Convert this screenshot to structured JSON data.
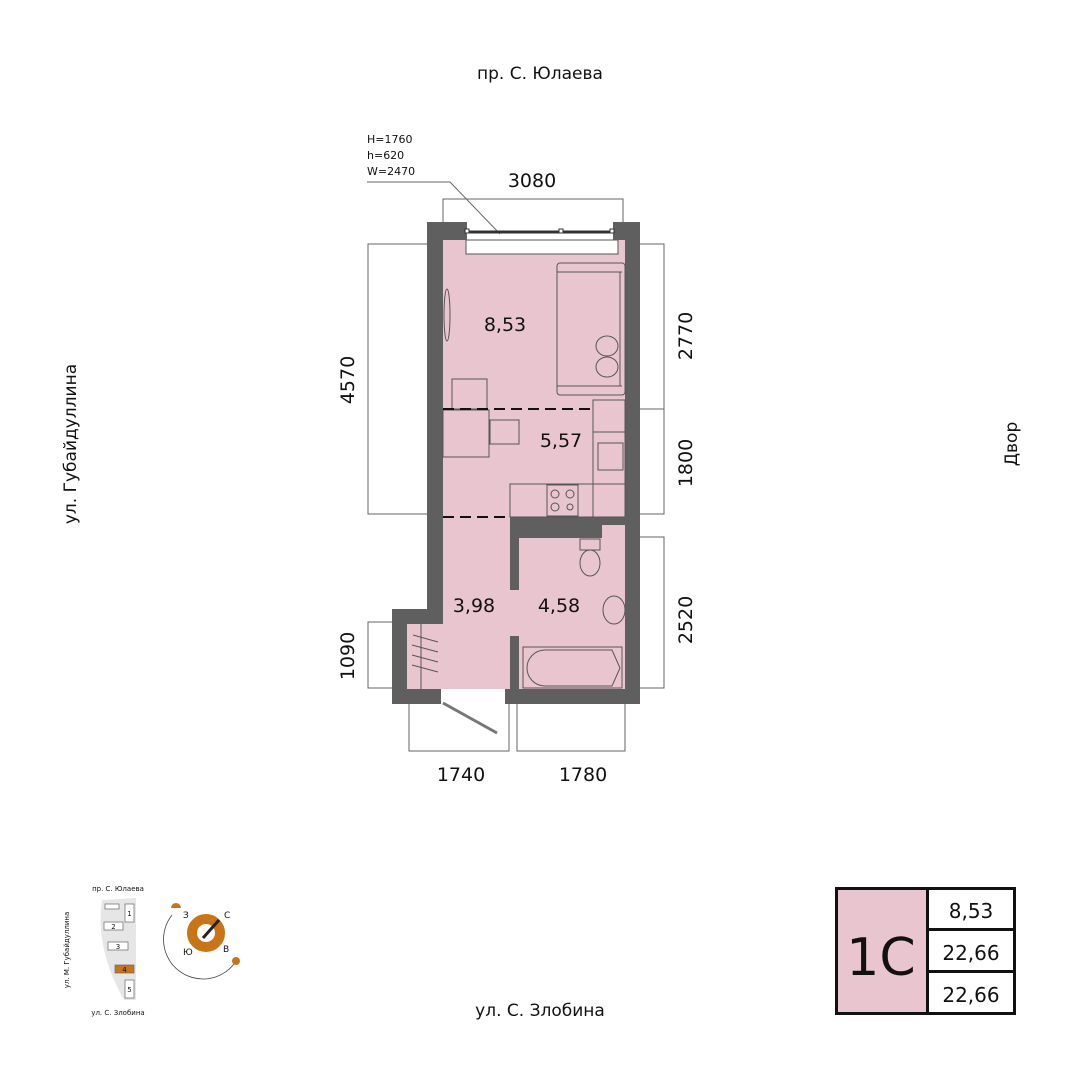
{
  "streets": {
    "top": "пр. С. Юлаева",
    "bottom": "ул. С. Злобина",
    "left": "ул. Губайдуллина",
    "right": "Двор"
  },
  "window_spec": [
    "H=1760",
    "h=620",
    "W=2470"
  ],
  "dimensions": {
    "top": "3080",
    "left_main": "4570",
    "left_small": "1090",
    "right_top": "2770",
    "right_mid": "1800",
    "right_bottom": "2520",
    "bottom_left": "1740",
    "bottom_right": "1780"
  },
  "rooms": {
    "living": "8,53",
    "kitchen": "5,57",
    "hall": "3,98",
    "bathroom": "4,58"
  },
  "minimap": {
    "top_street": "пр. С. Юлаева",
    "bottom_street": "ул. С. Злобина",
    "left_street": "ул. М. Губайдуллина",
    "buildings": [
      "1",
      "2",
      "3",
      "4",
      "5"
    ],
    "highlighted": "4",
    "compass": {
      "north": "С",
      "west": "З",
      "south": "Ю",
      "east": "В"
    }
  },
  "summary": {
    "type": "1С",
    "living_area": "8,53",
    "total_area": "22,66",
    "total_area_2": "22,66"
  },
  "colors": {
    "room": "#e9c6cf",
    "wall": "#5f5f5f",
    "accent": "#c87517"
  }
}
